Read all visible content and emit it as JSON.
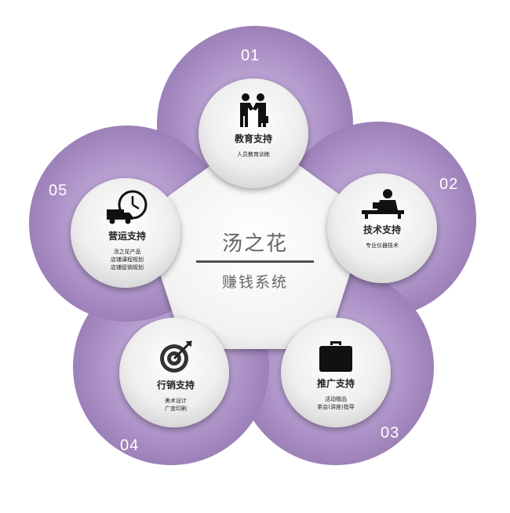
{
  "center": {
    "title": "汤之花",
    "subtitle": "赚钱系统"
  },
  "nodes": [
    {
      "number": "01",
      "title": "教育支持",
      "lines": [
        "人员教育训练"
      ],
      "icon": "handshake-icon"
    },
    {
      "number": "02",
      "title": "技术支持",
      "lines": [
        "专业仪器技术"
      ],
      "icon": "technician-desk-icon"
    },
    {
      "number": "03",
      "title": "推广支持",
      "lines": [
        "活动赠品",
        "茶会(讲座)指导"
      ],
      "icon": "briefcase-icon"
    },
    {
      "number": "04",
      "title": "行销支持",
      "lines": [
        "美术设计",
        "广宣印刷"
      ],
      "icon": "target-icon"
    },
    {
      "number": "05",
      "title": "营运支持",
      "lines": [
        "汤之花产品",
        "店铺课程规划",
        "店铺促销规划"
      ],
      "icon": "delivery-truck-clock-icon"
    }
  ],
  "colors": {
    "petal": "#a98fc2",
    "petal_light": "#c7b4d8",
    "circle": "#f4f4f4"
  }
}
